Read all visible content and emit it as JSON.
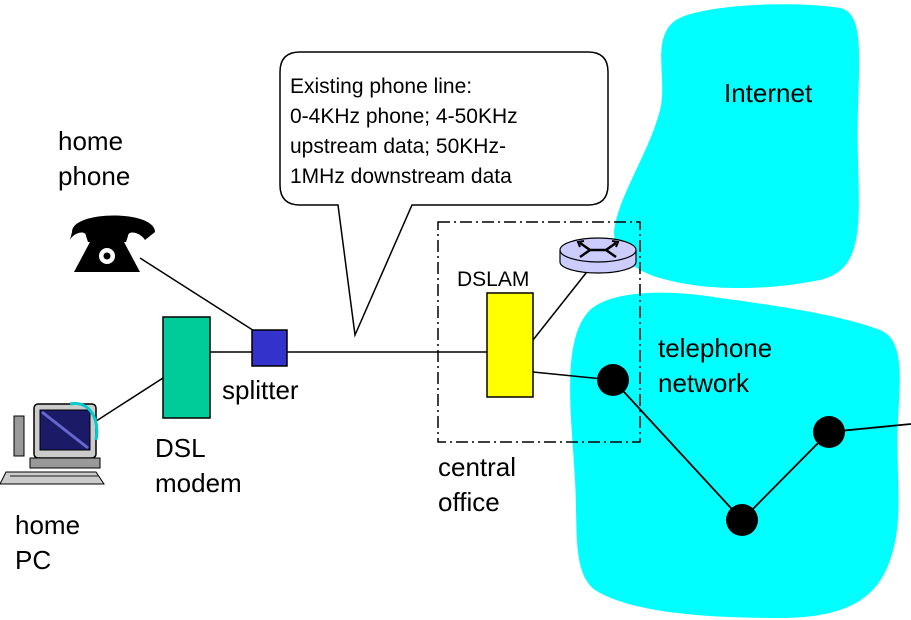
{
  "labels": {
    "home_phone": [
      "home",
      "phone"
    ],
    "home_pc": [
      "home",
      "PC"
    ],
    "dsl_modem": [
      "DSL",
      "modem"
    ],
    "splitter": "splitter",
    "central_office": [
      "central",
      "office"
    ],
    "dslam": "DSLAM",
    "internet": "Internet",
    "telephone_network": [
      "telephone",
      "network"
    ]
  },
  "callout": {
    "lines": [
      "Existing phone line:",
      "0-4KHz phone; 4-50KHz",
      "upstream data; 50KHz-",
      "1MHz downstream data"
    ]
  },
  "colors": {
    "cloud": "#00FFFF",
    "dsl_modem": "#00CC99",
    "splitter": "#3333CC",
    "dslam": "#FFFF00",
    "router": "#CCCCFF",
    "line": "#000000"
  },
  "icons": {
    "phone": "telephone-icon",
    "pc": "computer-icon",
    "router": "router-icon"
  }
}
